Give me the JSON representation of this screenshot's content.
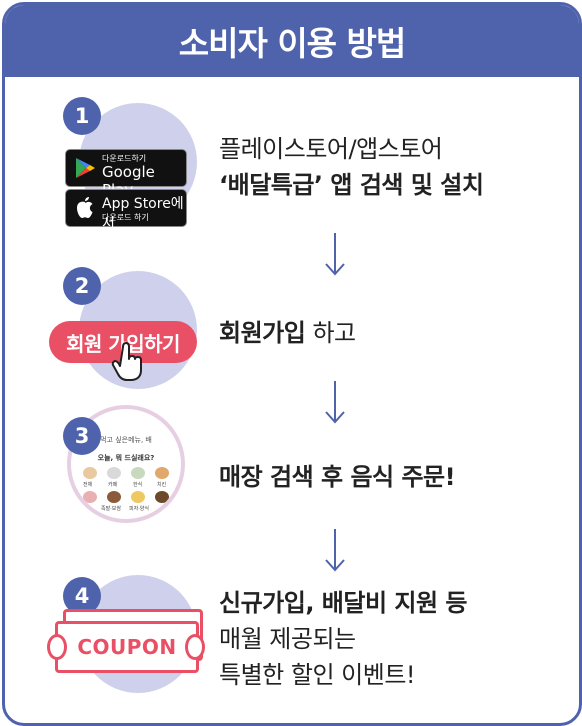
{
  "header": {
    "title": "소비자 이용 방법"
  },
  "steps": [
    {
      "num": "1",
      "badges": {
        "google_small": "다운로드하기",
        "google_big": "Google Play",
        "apple_big": "App Store에서",
        "apple_small": "다운로드 하기"
      },
      "line1": "플레이스토어/앱스토어",
      "line2_bold": "‘배달특급’",
      "line2_rest": " 앱 검색 및 설치"
    },
    {
      "num": "2",
      "button": "회원 가입하기",
      "bold": "회원가입",
      "rest": " 하고"
    },
    {
      "num": "3",
      "preview_top": "먹고 싶은메뉴, 배",
      "preview_question": "오늘, 뭐 드실래요?",
      "preview_cats": [
        "전체",
        "카페",
        "한식",
        "치킨",
        "피자",
        "족발·보쌈",
        "피자·양식",
        ""
      ],
      "text": "매장 검색 후 음식 주문!"
    },
    {
      "num": "4",
      "coupon": "COUPON",
      "line1": "신규가입, 배달비 지원 등",
      "line2": "매월 제공되는",
      "line3": "특별한 할인 이벤트!"
    }
  ],
  "colors": {
    "brand": "#4f63ad",
    "circle": "#cfd1ec",
    "accent": "#ea5065"
  }
}
